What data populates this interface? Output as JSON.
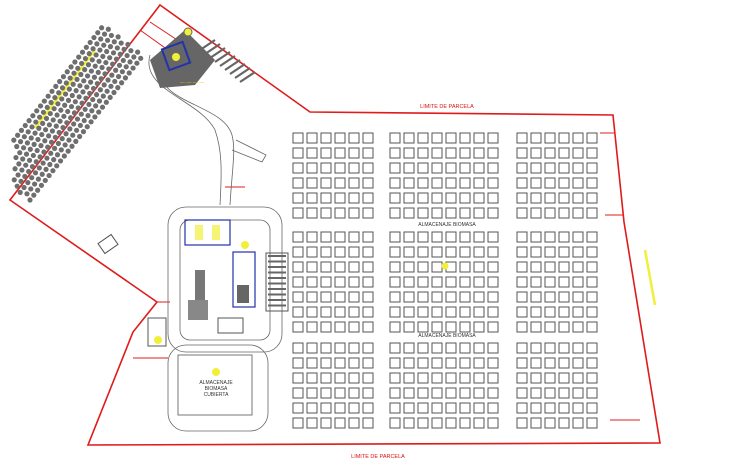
{
  "labels": {
    "parcel_top": "LIMITE DE PARCELA",
    "parcel_bottom": "LIMITE DE PARCELA",
    "storage_top": "ALMACENAJE BIOMASA",
    "storage_mid": "ALMACENAJE BIOMASA",
    "warehouse_line1": "ALMACENAJE",
    "warehouse_line2": "BIOMASA",
    "warehouse_line3": "CUBIERTA"
  },
  "colors": {
    "boundary": "#e01b1b",
    "lines": "#555555",
    "annotation": "#f2ef3a",
    "building": "#2233aa"
  },
  "storage_blocks": {
    "column_groups": [
      6,
      8,
      6
    ],
    "row_groups": [
      6,
      7,
      6
    ]
  }
}
